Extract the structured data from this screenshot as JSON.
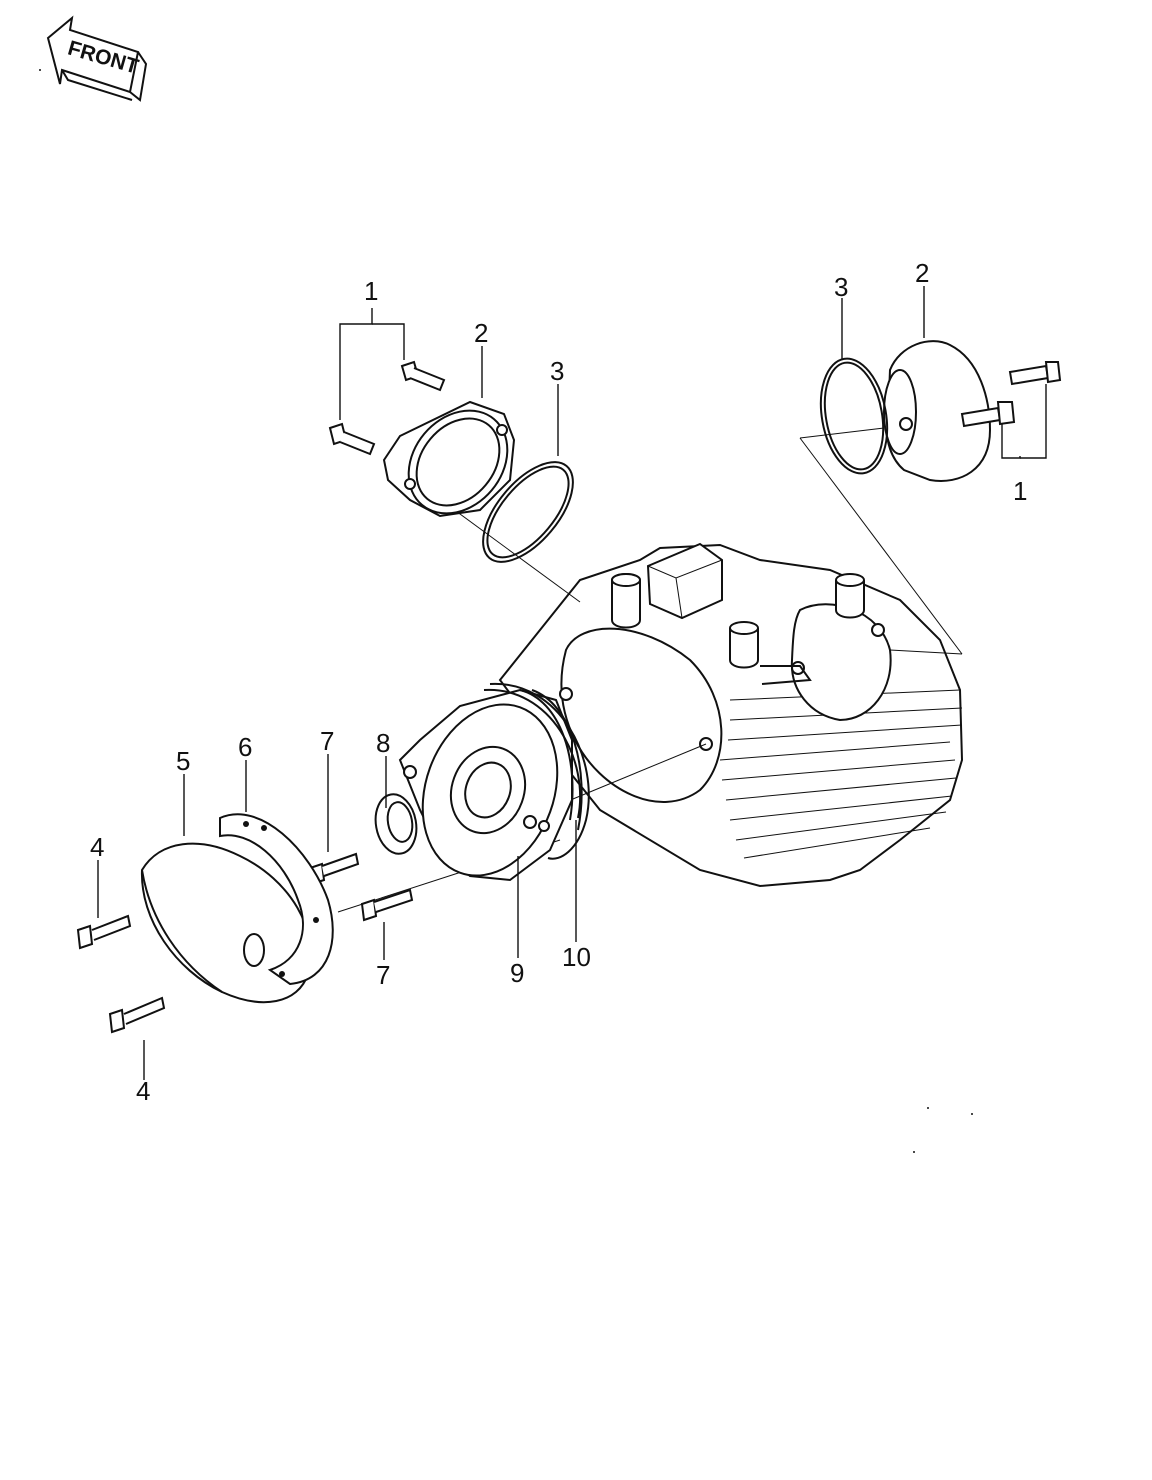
{
  "front_arrow": {
    "label": "FRONT"
  },
  "callouts": {
    "bolt_left_set": "1",
    "bolt_right_set": "1",
    "cap_left": "2",
    "cap_right": "2",
    "oring_left": "3",
    "oring_right": "3",
    "screw_upper": "4",
    "screw_lower": "4",
    "cover": "5",
    "cover_gasket": "6",
    "screw_7_upper": "7",
    "screw_7_lower": "7",
    "oil_seal": "8",
    "housing": "9",
    "housing_oring": "10"
  }
}
